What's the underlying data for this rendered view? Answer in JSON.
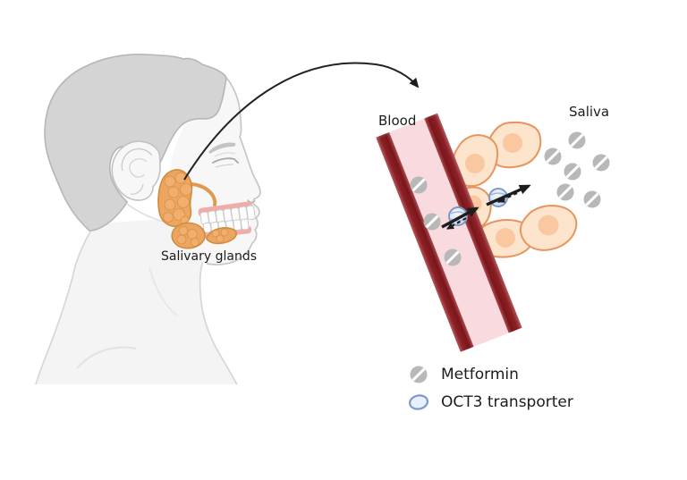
{
  "labels": {
    "salivary_glands": "Salivary glands",
    "blood": "Blood",
    "saliva": "Saliva"
  },
  "legend": {
    "items": [
      {
        "id": "metformin",
        "icon": "metformin-icon",
        "label": "Metformin"
      },
      {
        "id": "oct3-transporter",
        "icon": "oct3-transporter-icon",
        "label": "OCT3 transporter"
      }
    ]
  },
  "scene": {
    "metformin_blood": [
      [
        468,
        207
      ],
      [
        483,
        248
      ],
      [
        506,
        288
      ]
    ],
    "metformin_saliva": [
      [
        645,
        157
      ],
      [
        618,
        175
      ],
      [
        672,
        182
      ],
      [
        640,
        192
      ],
      [
        632,
        215
      ],
      [
        662,
        223
      ]
    ],
    "transporters": [
      [
        512,
        242
      ],
      [
        557,
        221
      ]
    ]
  },
  "colors": {
    "metformin_gray": "#b8b8b8",
    "transporter_fill": "#e7f0fb",
    "transporter_stroke": "#7d99cc",
    "vessel_wall_dark": "#7a161b",
    "vessel_lumen_pink": "#f9dade",
    "cell_fill": "#fde5cd",
    "cell_stroke": "#e8955c",
    "cell_nucleus": "#f9c7a0",
    "gland_orange": "#eda662",
    "hair_gray": "#d4d4d4",
    "skin_light": "#f7f7f7",
    "arrow_black": "#1d1d1d",
    "text": "#1c1c1c"
  }
}
